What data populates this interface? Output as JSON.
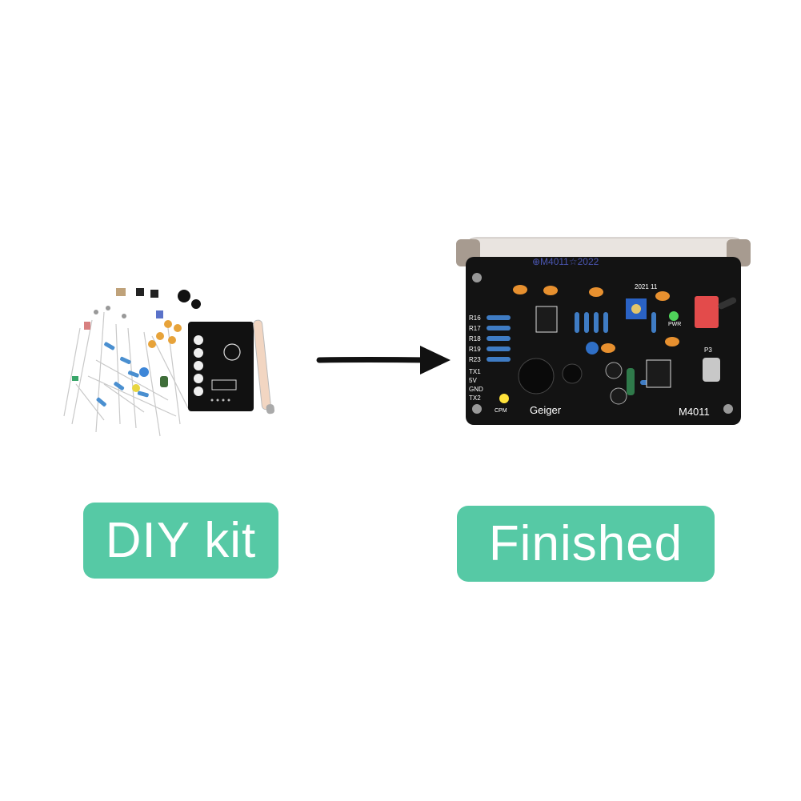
{
  "labels": {
    "kit": "DIY kit",
    "finished": "Finished"
  },
  "board": {
    "name": "Geiger",
    "tube_model": "M4011",
    "tube_print": "⊕M4011☆2022",
    "date": "2021 11",
    "pins": [
      "TX1",
      "5V",
      "GND",
      "TX2"
    ],
    "resistors": [
      "R16",
      "R17",
      "R18",
      "R19",
      "R23"
    ],
    "connector": "P3",
    "led_label": "PWR",
    "cpm_label": "CPM"
  },
  "colors": {
    "pill": "#56c9a5",
    "pcb": "#111111",
    "arrow": "#111111"
  }
}
